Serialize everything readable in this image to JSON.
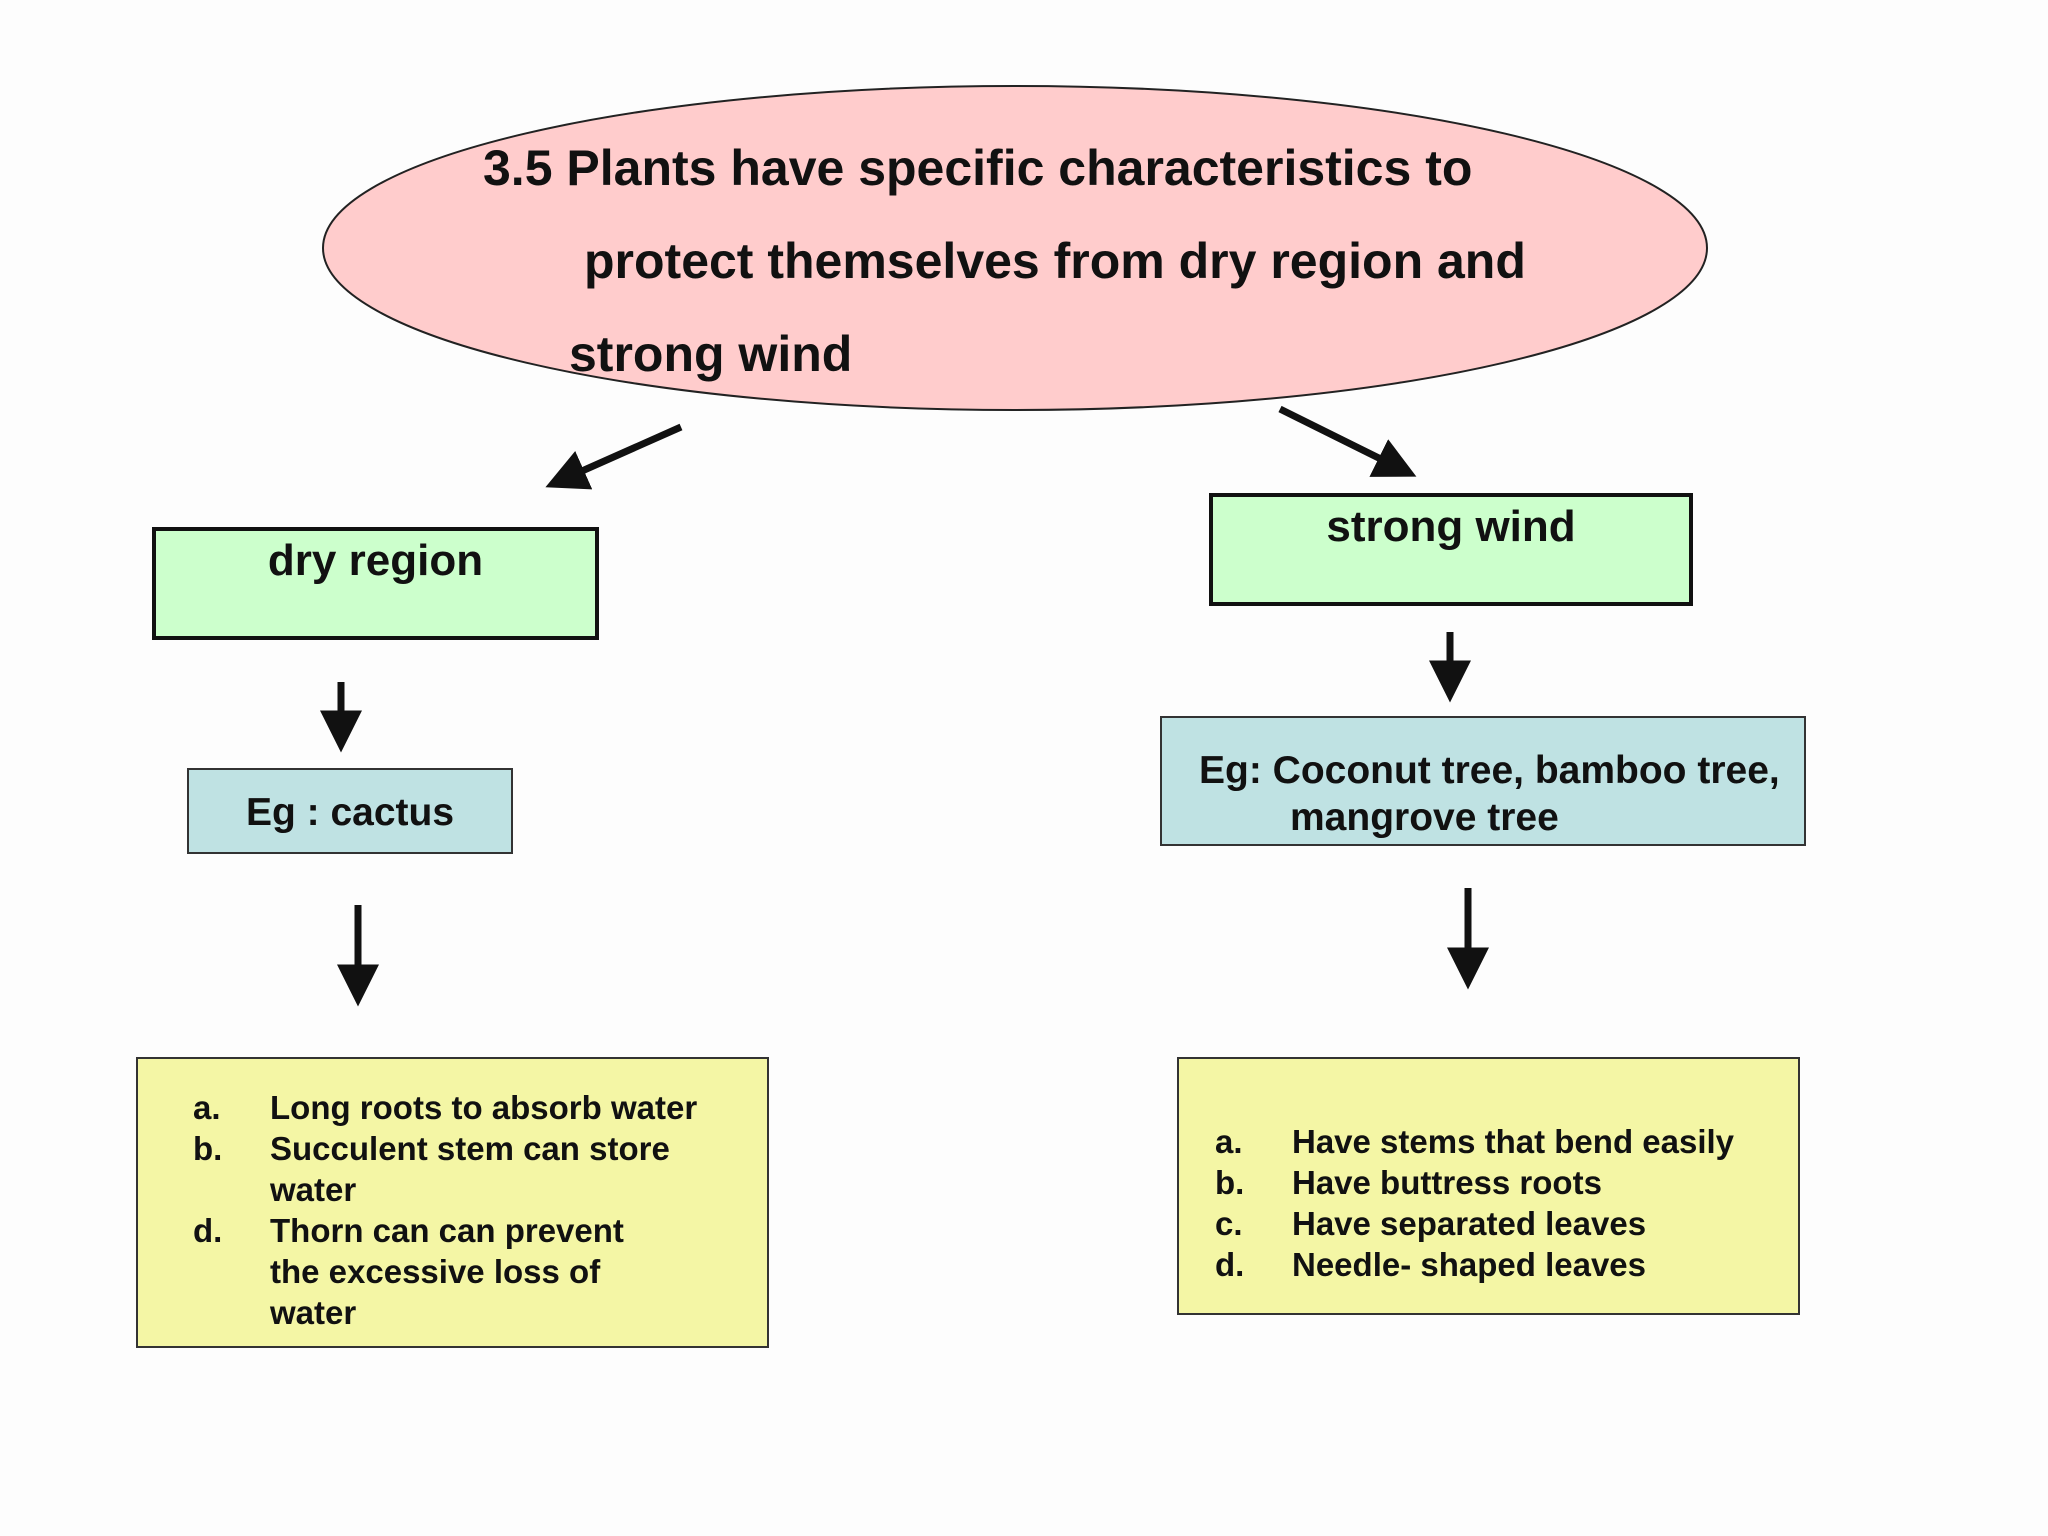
{
  "title": {
    "line1": "3.5  Plants have specific characteristics to",
    "line2": "protect themselves from dry region and",
    "line3": "strong wind"
  },
  "left": {
    "category": "dry region",
    "example": "Eg : cactus",
    "traits": [
      {
        "letter": "a.",
        "text": "Long roots to absorb water"
      },
      {
        "letter": "b.",
        "text": "Succulent stem can store"
      },
      {
        "letter": "",
        "text": "water"
      },
      {
        "letter": "d.",
        "text": "Thorn can can prevent"
      },
      {
        "letter": "",
        "text": "the excessive loss of"
      },
      {
        "letter": "",
        "text": "water"
      }
    ]
  },
  "right": {
    "category": "strong wind",
    "example_line1": "Eg:  Coconut tree, bamboo tree,",
    "example_line2": "mangrove tree",
    "traits": [
      {
        "letter": "a.",
        "text": "Have stems that bend easily"
      },
      {
        "letter": "b.",
        "text": "Have buttress roots"
      },
      {
        "letter": "c.",
        "text": "Have separated leaves"
      },
      {
        "letter": "d.",
        "text": "Needle- shaped leaves"
      }
    ]
  },
  "colors": {
    "title_fill": "#ffcccc",
    "category_fill": "#ccffcc",
    "example_fill": "#bfe2e3",
    "traits_fill": "#f4f6a5",
    "line": "#111111"
  }
}
